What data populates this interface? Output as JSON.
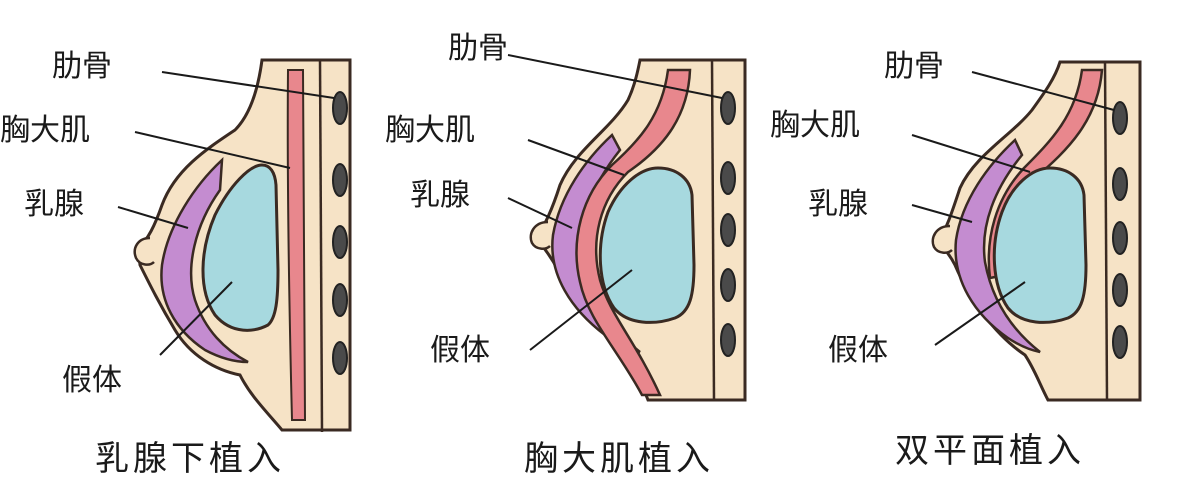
{
  "colors": {
    "skin": "#f6e3c6",
    "skin_outline": "#3a2a22",
    "muscle": "#e8878d",
    "gland": "#c48cd0",
    "implant": "#a7d9df",
    "rib": "#4a4a4a",
    "line": "#1a1a1a"
  },
  "panels": [
    {
      "labels": {
        "rib": "肋骨",
        "muscle": "胸大肌",
        "gland": "乳腺",
        "implant": "假体"
      },
      "caption": "乳腺下植入"
    },
    {
      "labels": {
        "rib": "肋骨",
        "muscle": "胸大肌",
        "gland": "乳腺",
        "implant": "假体"
      },
      "caption": "胸大肌植入"
    },
    {
      "labels": {
        "rib": "肋骨",
        "muscle": "胸大肌",
        "gland": "乳腺",
        "implant": "假体"
      },
      "caption": "双平面植入"
    }
  ]
}
